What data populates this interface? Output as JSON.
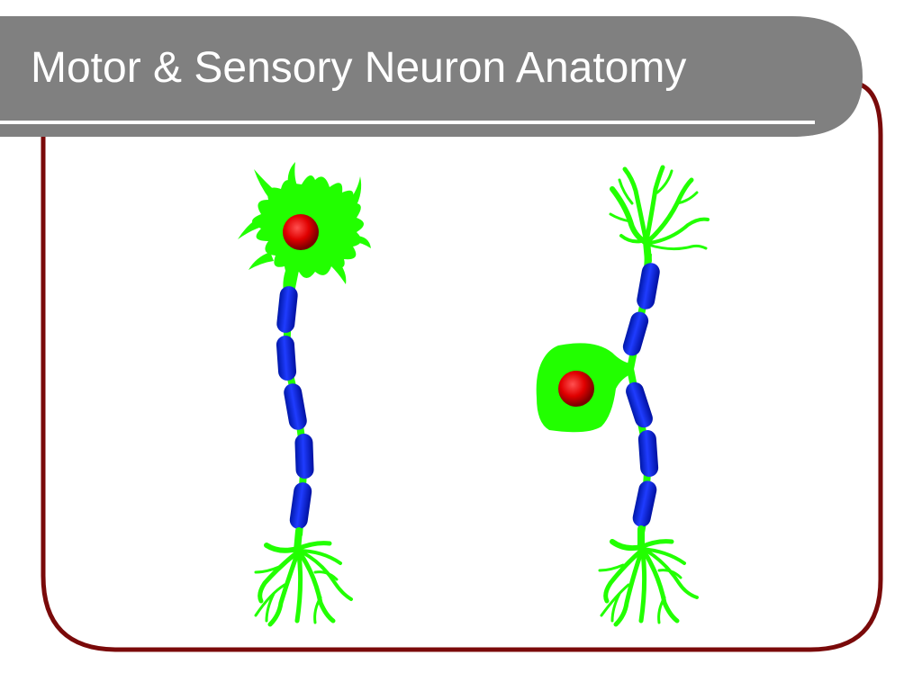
{
  "slide": {
    "title": "Motor & Sensory Neuron Anatomy"
  },
  "colors": {
    "title_bar": "#808080",
    "title_text": "#ffffff",
    "frame_border": "#7a0a0a",
    "cell_body": "#22ff00",
    "myelin": "#0a1fd6",
    "nucleus": "#e00000"
  },
  "diagram": {
    "neurons": [
      {
        "id": "motor-neuron",
        "parts": [
          "dendrites",
          "cell-body",
          "nucleus",
          "myelinated-axon",
          "axon-terminals"
        ]
      },
      {
        "id": "sensory-neuron",
        "parts": [
          "dendrites",
          "myelinated-axon",
          "cell-body",
          "nucleus",
          "axon-terminals"
        ]
      }
    ]
  }
}
